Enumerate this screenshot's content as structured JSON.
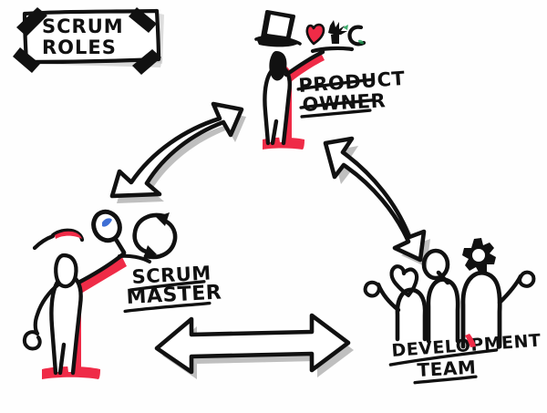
{
  "diagram": {
    "title_box": {
      "name": "scrum-roles-title-card",
      "line1": "SCRUM",
      "line2": "ROLES",
      "style": "taped paper card, hand-drawn black marker"
    },
    "style": {
      "medium": "hand-drawn whiteboard sketchnote",
      "background_color": "#fefefe",
      "ink_color": "#111111",
      "accent_color": "#ef2b47",
      "shadow_color": "#a9a9a9",
      "lens_color": "#2a5fd0"
    },
    "roles": [
      {
        "id": "product-owner",
        "label_line1": "PRODUCT",
        "label_line2": "OWNER",
        "position": "top",
        "figure": "stick figure wearing a top hat, one arm raised presenting items on an open palm",
        "props": [
          "top-hat",
          "heart",
          "sparkle-star",
          "crescent"
        ],
        "has_ground_line": true
      },
      {
        "id": "scrum-master",
        "label_line1": "SCRUM",
        "label_line2": "MASTER",
        "position": "bottom-left",
        "figure": "stick figure wearing a cap with red brim, holding a magnifying glass aloft",
        "props": [
          "cap",
          "magnifying-glass",
          "refresh-cycle-arrow"
        ],
        "has_ground_line": true
      },
      {
        "id": "development-team",
        "label_line1": "DEVELOPMENT",
        "label_line2": "TEAM",
        "position": "bottom-right",
        "figure": "three stick figures side by side with outer arms raised in celebration",
        "props": [
          "heart",
          "letter-Q",
          "gear"
        ],
        "has_ground_line": false
      }
    ],
    "arrows": [
      {
        "id": "arrow-scrum-master-product-owner",
        "type": "double-headed-curved",
        "from": "scrum-master",
        "to": "product-owner",
        "orientation": "diagonal-up-right"
      },
      {
        "id": "arrow-product-owner-development-team",
        "type": "double-headed-curved",
        "from": "product-owner",
        "to": "development-team",
        "orientation": "diagonal-down-right"
      },
      {
        "id": "arrow-scrum-master-development-team",
        "type": "double-headed-straight",
        "from": "scrum-master",
        "to": "development-team",
        "orientation": "horizontal"
      }
    ]
  }
}
